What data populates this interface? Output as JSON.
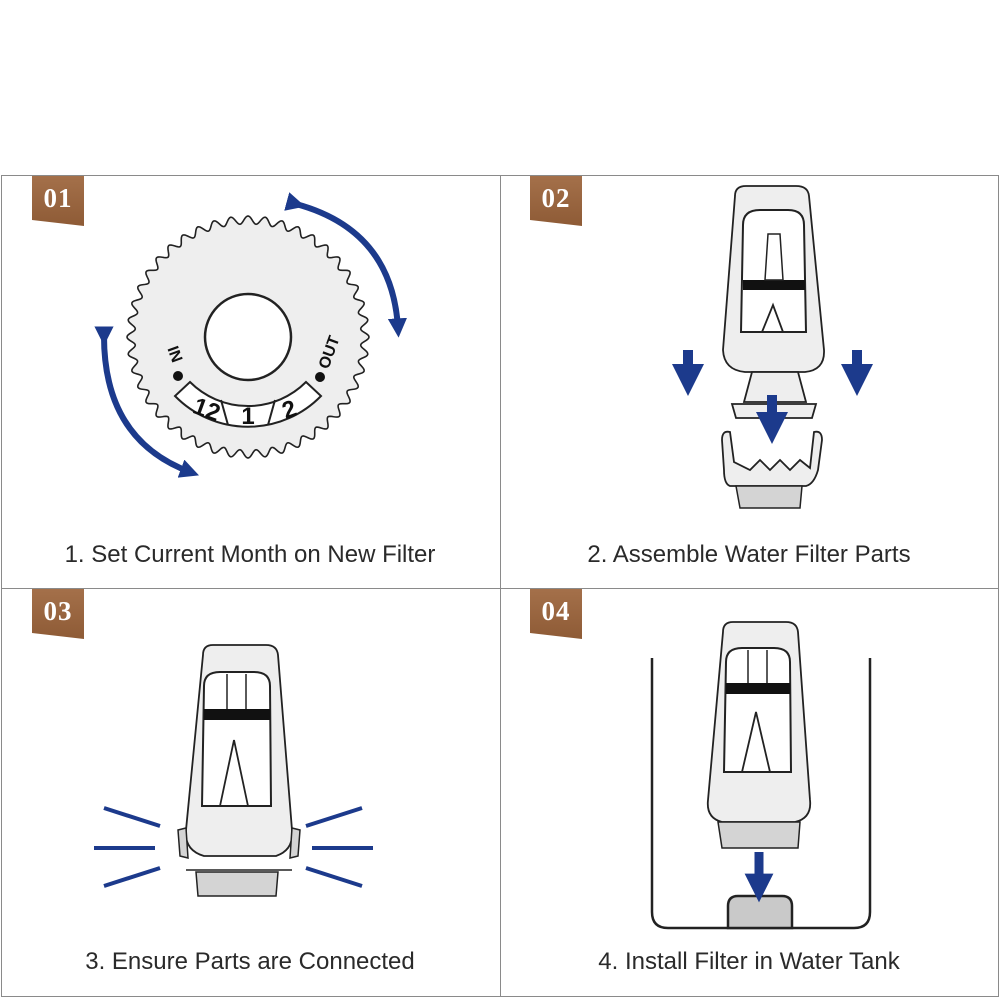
{
  "panels": [
    {
      "badge": "01",
      "caption": "1. Set Current Month on New Filter"
    },
    {
      "badge": "02",
      "caption": "2. Assemble Water Filter Parts"
    },
    {
      "badge": "03",
      "caption": "3. Ensure Parts are Connected"
    },
    {
      "badge": "04",
      "caption": "4. Install Filter in Water Tank"
    }
  ],
  "dial": {
    "in_label": "IN",
    "out_label": "OUT",
    "months": [
      "12",
      "1",
      "2"
    ]
  },
  "colors": {
    "badge": "#9a6640",
    "arrow": "#1c3a8c",
    "filter_body": "#eeeeee",
    "outline": "#222222"
  }
}
